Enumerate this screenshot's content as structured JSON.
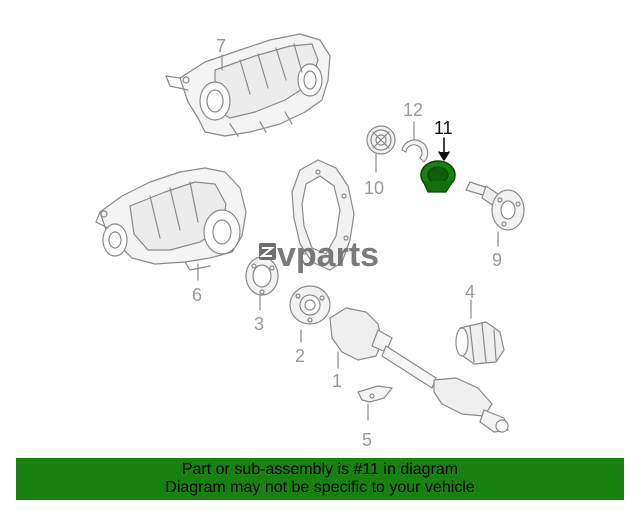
{
  "watermark": {
    "brand": "vparts"
  },
  "highlight_color": "#17820f",
  "callouts": [
    {
      "id": "1",
      "label": "1"
    },
    {
      "id": "2",
      "label": "2"
    },
    {
      "id": "3",
      "label": "3"
    },
    {
      "id": "4",
      "label": "4"
    },
    {
      "id": "5",
      "label": "5"
    },
    {
      "id": "6",
      "label": "6"
    },
    {
      "id": "7",
      "label": "7"
    },
    {
      "id": "9",
      "label": "9"
    },
    {
      "id": "10",
      "label": "10"
    },
    {
      "id": "11",
      "label": "11",
      "highlighted": true
    },
    {
      "id": "12",
      "label": "12"
    }
  ],
  "banner": {
    "line1": "Part or sub-assembly is #11 in diagram",
    "line2": "Diagram may not be specific to your vehicle"
  }
}
